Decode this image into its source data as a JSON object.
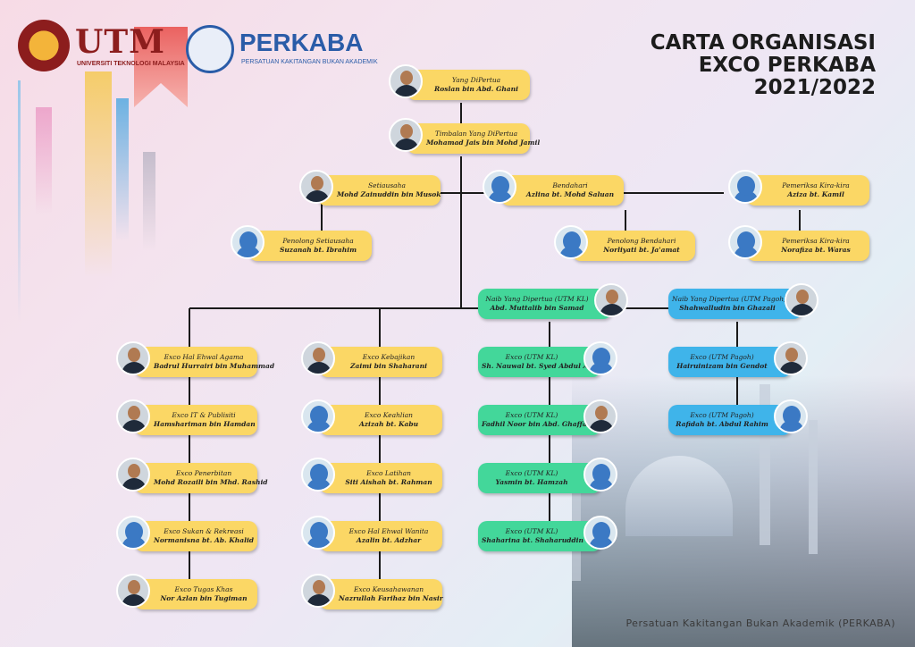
{
  "header": {
    "utm_logo_text": "UTM",
    "utm_logo_sub": "UNIVERSITI TEKNOLOGI MALAYSIA",
    "perkaba_logo_text": "PERKABA",
    "perkaba_logo_sub": "PERSATUAN KAKITANGAN BUKAN AKADEMIK",
    "title_line1": "CARTA ORGANISASI",
    "title_line2": "EXCO PERKABA",
    "title_line3": "2021/2022"
  },
  "footer": "Persatuan Kakitangan Bukan Akademik (PERKABA)",
  "colors": {
    "yellow": "#fbd765",
    "green": "#43d79a",
    "blue": "#3fb4ea"
  },
  "members": [
    {
      "id": "yang-dipertua",
      "role": "Yang DiPertua",
      "name": "Roslan bin Abd. Ghani",
      "color": "yellow",
      "photo": "left",
      "gender": "m"
    },
    {
      "id": "timbalan",
      "role": "Timbalan Yang DiPertua",
      "name": "Mohamad Jais bin Mohd Jamil",
      "color": "yellow",
      "photo": "left",
      "gender": "m"
    },
    {
      "id": "setiausaha",
      "role": "Setiausaha",
      "name": "Mohd Zainuddin bin Musok",
      "color": "yellow",
      "photo": "left",
      "gender": "m"
    },
    {
      "id": "bendahari",
      "role": "Bendahari",
      "name": "Azlina bt. Mohd Saluan",
      "color": "yellow",
      "photo": "left",
      "gender": "f"
    },
    {
      "id": "pemeriksa-1",
      "role": "Pemeriksa Kira-kira",
      "name": "Aziza bt. Kamil",
      "color": "yellow",
      "photo": "left",
      "gender": "f"
    },
    {
      "id": "penolong-setiausaha",
      "role": "Penolong Setiausaha",
      "name": "Suzanah bt. Ibrahim",
      "color": "yellow",
      "photo": "left",
      "gender": "f"
    },
    {
      "id": "penolong-bendahari",
      "role": "Penolong Bendahari",
      "name": "Norliyati bt. Ja'amat",
      "color": "yellow",
      "photo": "left",
      "gender": "f"
    },
    {
      "id": "pemeriksa-2",
      "role": "Pemeriksa Kira-kira",
      "name": "Norafiza bt. Waras",
      "color": "yellow",
      "photo": "left",
      "gender": "f"
    },
    {
      "id": "naib-kl",
      "role": "Naib Yang Dipertua (UTM KL)",
      "name": "Abd. Muttalib bin Samad",
      "color": "green",
      "photo": "right",
      "gender": "m"
    },
    {
      "id": "naib-pagoh",
      "role": "Naib Yang Dipertua (UTM Pagoh)",
      "name": "Shahwalludin bin Ghazali",
      "color": "blue",
      "photo": "right",
      "gender": "m"
    },
    {
      "id": "exco-agama",
      "role": "Exco Hal Ehwal Agama",
      "name": "Badrul Hurrairi bin Muhammad",
      "color": "yellow",
      "photo": "left",
      "gender": "m"
    },
    {
      "id": "exco-it",
      "role": "Exco IT & Publisiti",
      "name": "Hamshariman bin Hamdan",
      "color": "yellow",
      "photo": "left",
      "gender": "m"
    },
    {
      "id": "exco-penerbitan",
      "role": "Exco Penerbitan",
      "name": "Mohd Rozaili bin Mhd. Rashid",
      "color": "yellow",
      "photo": "left",
      "gender": "m"
    },
    {
      "id": "exco-sukan",
      "role": "Exco Sukan & Rekreasi",
      "name": "Normanisna bt. Ab. Khalid",
      "color": "yellow",
      "photo": "left",
      "gender": "f"
    },
    {
      "id": "exco-tugas",
      "role": "Exco Tugas Khas",
      "name": "Nor Azlan bin Tugiman",
      "color": "yellow",
      "photo": "left",
      "gender": "m"
    },
    {
      "id": "exco-kebajikan",
      "role": "Exco Kebajikan",
      "name": "Zaimi bin Shaharani",
      "color": "yellow",
      "photo": "left",
      "gender": "m"
    },
    {
      "id": "exco-keahlian",
      "role": "Exco Keahlian",
      "name": "Azizah bt. Kabu",
      "color": "yellow",
      "photo": "left",
      "gender": "f"
    },
    {
      "id": "exco-latihan",
      "role": "Exco Latihan",
      "name": "Siti Aishah bt. Rahman",
      "color": "yellow",
      "photo": "left",
      "gender": "f"
    },
    {
      "id": "exco-wanita",
      "role": "Exco Hal Ehwal Wanita",
      "name": "Azalin bt. Adzhar",
      "color": "yellow",
      "photo": "left",
      "gender": "f"
    },
    {
      "id": "exco-usahawan",
      "role": "Exco Keusahawanan",
      "name": "Nazrullah Farihaz bin Nasir",
      "color": "yellow",
      "photo": "left",
      "gender": "m"
    },
    {
      "id": "exco-kl-1",
      "role": "Exco (UTM KL)",
      "name": "Sh. Nauwal bt. Syed Abdul Aziz",
      "color": "green",
      "photo": "right",
      "gender": "f"
    },
    {
      "id": "exco-kl-2",
      "role": "Exco (UTM KL)",
      "name": "Fadhil Noor bin Abd. Ghaffar",
      "color": "green",
      "photo": "right",
      "gender": "m"
    },
    {
      "id": "exco-kl-3",
      "role": "Exco (UTM KL)",
      "name": "Yasmin bt. Hamzah",
      "color": "green",
      "photo": "right",
      "gender": "f"
    },
    {
      "id": "exco-kl-4",
      "role": "Exco (UTM KL)",
      "name": "Shaharina bt. Shaharuddin",
      "color": "green",
      "photo": "right",
      "gender": "f"
    },
    {
      "id": "exco-pagoh-1",
      "role": "Exco (UTM Pagoh)",
      "name": "Hairuinizam bin Gendot",
      "color": "blue",
      "photo": "right",
      "gender": "m"
    },
    {
      "id": "exco-pagoh-2",
      "role": "Exco (UTM Pagoh)",
      "name": "Rafidah bt. Abdul Rahim",
      "color": "blue",
      "photo": "right",
      "gender": "f"
    }
  ]
}
